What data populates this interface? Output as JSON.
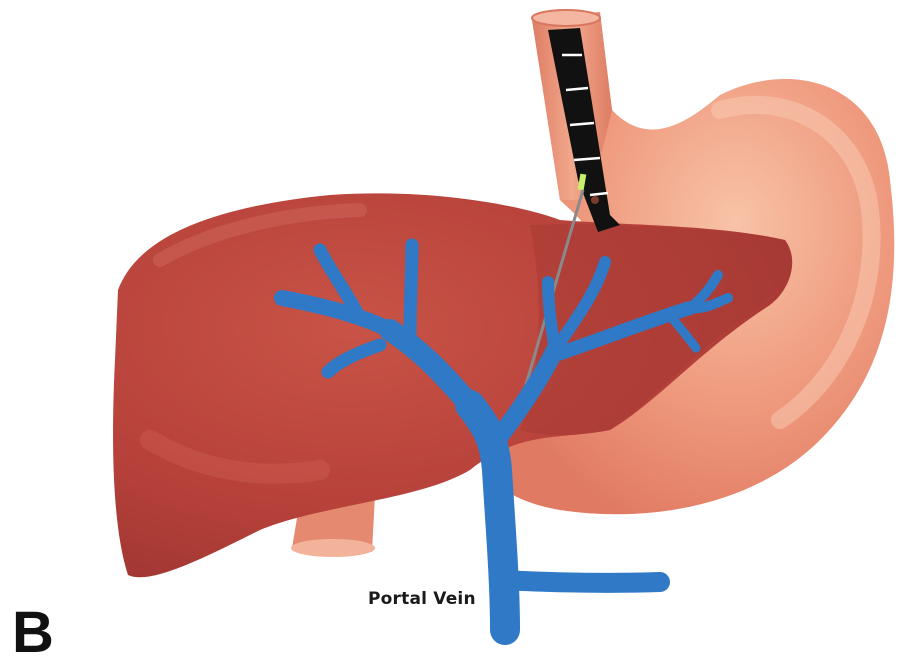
{
  "panel_label": "B",
  "labels": {
    "portal_vein": "Portal Vein"
  },
  "colors": {
    "liver": "#b8433a",
    "liver_highlight": "#d0665a",
    "stomach": "#ec8e74",
    "stomach_highlight": "#f6b79c",
    "esophagus": "#e88d73",
    "portal_vein": "#2f79c6",
    "endoscope": "#111111",
    "needle_tip": "#c7f06a"
  },
  "icons": [
    "liver-shape",
    "stomach-shape",
    "esophagus-shape",
    "aorta-shape",
    "endoscope-icon",
    "portal-vein-branches",
    "needle-line"
  ]
}
